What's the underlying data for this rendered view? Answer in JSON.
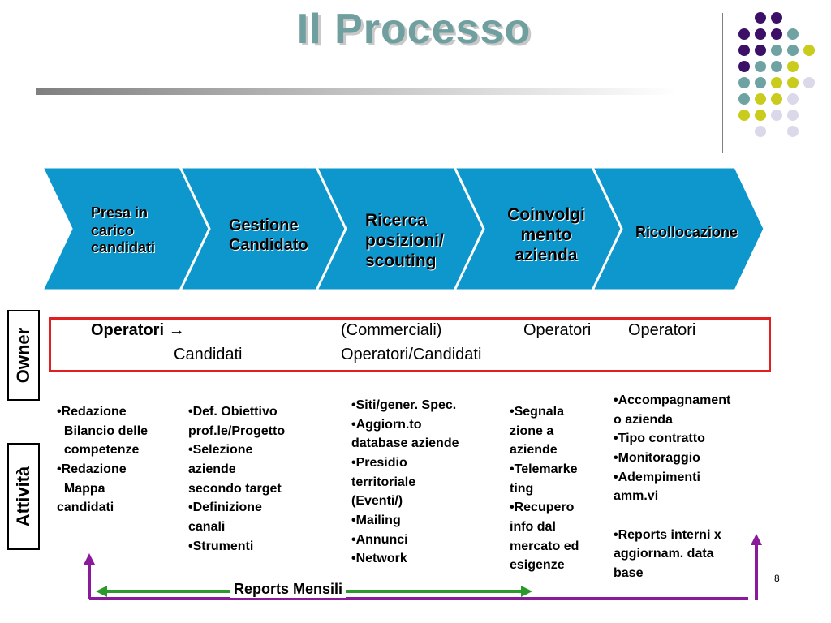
{
  "title": "Il Processo",
  "steps": [
    {
      "lines": [
        "Presa in",
        "carico",
        "candidati"
      ]
    },
    {
      "lines": [
        "Gestione",
        "Candidato"
      ]
    },
    {
      "lines": [
        "Ricerca",
        "posizioni/",
        "scouting"
      ]
    },
    {
      "lines": [
        "Coinvolgi",
        "mento",
        "azienda"
      ]
    },
    {
      "lines": [
        "Ricollocazione"
      ]
    }
  ],
  "side_labels": {
    "owner": "Owner",
    "activities": "Attività"
  },
  "owners": {
    "operatori_arrow": "Operatori →",
    "candidati": "Candidati",
    "commerciali": "(Commerciali)",
    "operatori_candidati": "Operatori/Candidati",
    "operatori_1": "Operatori",
    "operatori_2": "Operatori"
  },
  "activities": [
    {
      "text": "•Redazione\n  Bilancio delle\n  competenze\n•Redazione\n  Mappa\ncandidati"
    },
    {
      "text": "•Def. Obiettivo\nprof.le/Progetto\n•Selezione\naziende\nsecondo target\n•Definizione\ncanali\n•Strumenti"
    },
    {
      "text": "•Siti/gener. Spec.\n•Aggiorn.to\ndatabase aziende\n•Presidio\nterritoriale\n(Eventi/)\n•Mailing\n•Annunci\n•Network"
    },
    {
      "text": "•Segnala\nzione a\naziende\n•Telemarke\nting\n•Recupero\ninfo dal\nmercato ed\nesigenze"
    },
    {
      "text": "•Accompagnament\no azienda\n•Tipo contratto\n•Monitoraggio\n•Adempimenti\namm.vi\n\n•Reports interni x\naggiornam. data\nbase"
    }
  ],
  "reports_label": "Reports Mensili",
  "page_number": "8",
  "colors": {
    "chevron": "#0e97cc",
    "purple": "#3d1068",
    "teal": "#6fa3a3",
    "lime": "#c9cc1c",
    "lavender": "#d9d9ea",
    "red": "#e02020",
    "green": "#2a9a2a",
    "arrow_purple": "#8a1a9a"
  }
}
